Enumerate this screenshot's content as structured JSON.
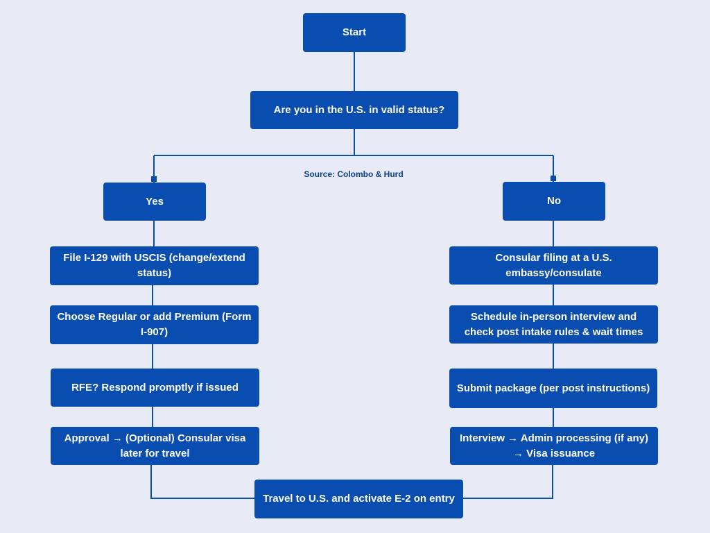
{
  "colors": {
    "background": "#e8ebf5",
    "node_fill": "#0a4db0",
    "node_text": "#ffffff",
    "connector": "#0a4db0"
  },
  "nodes": {
    "start": "Start",
    "question": "Are you in the U.S. in valid status?",
    "yes": "Yes",
    "no": "No",
    "yes_step1": "File I-129 with USCIS (change/extend status)",
    "yes_step2": "Choose Regular or add Premium (Form I-907)",
    "yes_step3": "RFE? Respond promptly if issued",
    "yes_step4": "Approval → (Optional) Consular visa later for travel",
    "no_step1": "Consular filing at a U.S. embassy/consulate",
    "no_step2": "Schedule in-person interview and check post intake rules & wait times",
    "no_step3": "Submit package (per post instructions)",
    "no_step4": "Interview → Admin processing (if any) → Visa issuance",
    "end": "Travel to U.S. and activate E-2 on entry"
  },
  "source": "Source: Colombo & Hurd"
}
